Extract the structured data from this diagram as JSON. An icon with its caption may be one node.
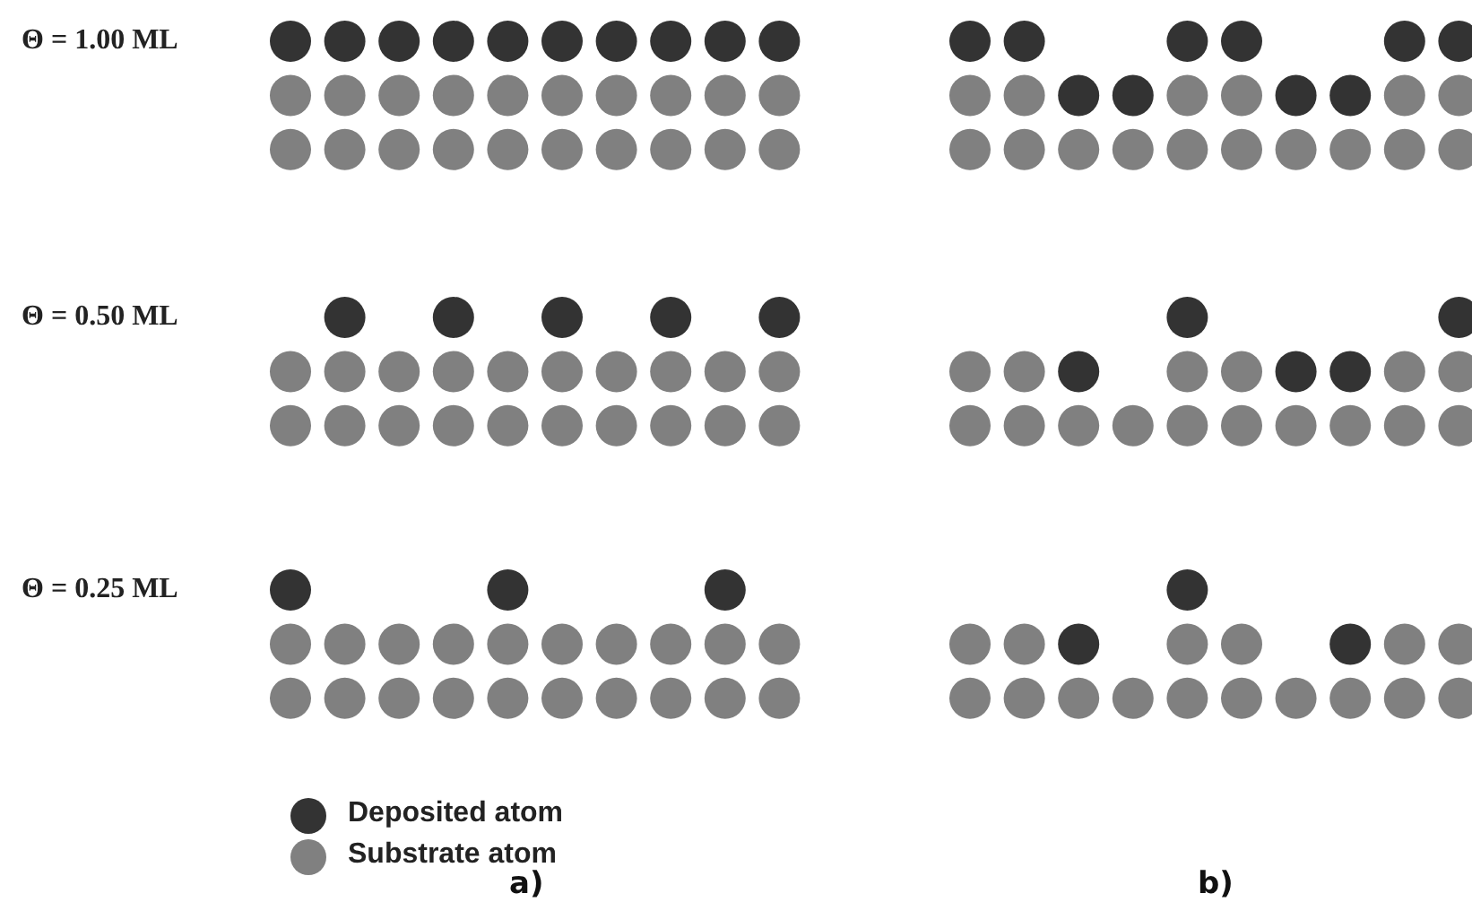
{
  "diagram": {
    "labels": [
      "Θ = 1.00 ML",
      "Θ = 0.50 ML",
      "Θ = 0.25 ML",
      "a)",
      "b)"
    ],
    "legend": [
      {
        "text": "Deposited atom",
        "color": "#333333"
      },
      {
        "text": "Substrate atom",
        "color": "#808080"
      }
    ]
  }
}
